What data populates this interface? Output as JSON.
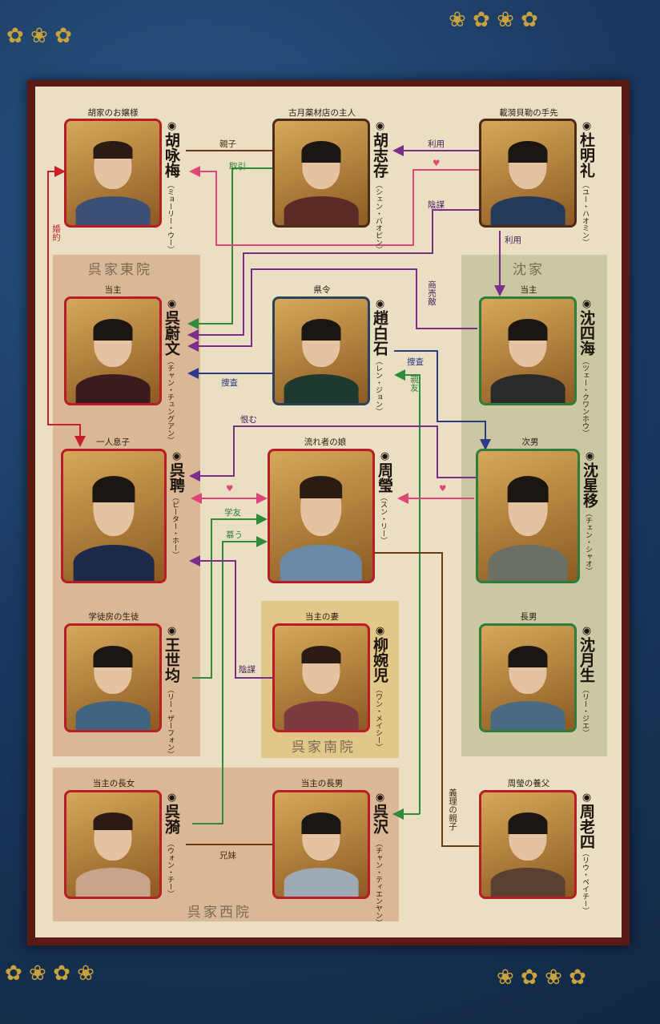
{
  "zones": {
    "east": "呉家東院",
    "shen": "沈家",
    "south": "呉家南院",
    "west": "呉家西院"
  },
  "characters": {
    "hu_yongmei": {
      "role": "胡家のお嬢様",
      "name": "胡咏梅",
      "reading": "（ミョーリー・ウー）"
    },
    "hu_zhicun": {
      "role": "古月薬材店の主人",
      "name": "胡志存",
      "reading": "（シェン・バオピン）"
    },
    "du_mingli": {
      "role": "載漪貝勒の手先",
      "name": "杜明礼",
      "reading": "（ユー・ハオミン）"
    },
    "wu_weiwen": {
      "role": "当主",
      "name": "呉蔚文",
      "reading": "（チャン・チュングアン）"
    },
    "zhao_baishi": {
      "role": "県令",
      "name": "趙白石",
      "reading": "（レン・ジョン）"
    },
    "shen_sihai": {
      "role": "当主",
      "name": "沈四海",
      "reading": "（ツェー・クワンホウ）"
    },
    "wu_pin": {
      "role": "一人息子",
      "name": "呉聘",
      "reading": "（ピーター・ホー）"
    },
    "zhou_ying": {
      "role": "流れ者の娘",
      "name": "周瑩",
      "reading": "（スン・リー）"
    },
    "shen_xingyi": {
      "role": "次男",
      "name": "沈星移",
      "reading": "（チェン・シャオ）"
    },
    "wang_shijun": {
      "role": "学徒房の生徒",
      "name": "王世均",
      "reading": "（リー・ザーフォン）"
    },
    "liu_wan_er": {
      "role": "当主の妻",
      "name": "柳婉児",
      "reading": "（ワン・メイシー）"
    },
    "shen_yuesheng": {
      "role": "長男",
      "name": "沈月生",
      "reading": "（リー・ジエ）"
    },
    "wu_yi": {
      "role": "当主の長女",
      "name": "呉漪",
      "reading": "（ウォン・チー）"
    },
    "wu_ze": {
      "role": "当主の長男",
      "name": "呉沢",
      "reading": "（チャン・ティエンヤン）"
    },
    "zhou_laosi": {
      "role": "周瑩の養父",
      "name": "周老四",
      "reading": "（リウ・ペイチー）"
    }
  },
  "relations": {
    "parent_child": "親子",
    "trade": "取引",
    "use": "利用",
    "use2": "利用",
    "heart": "♥",
    "plot": "陰謀",
    "engaged": "婚約",
    "rival": "商売敵",
    "investigate": "捜査",
    "investigate2": "捜査",
    "friend": "親友",
    "grudge": "恨む",
    "classmate": "学友",
    "admire": "慕う",
    "plot2": "陰謀",
    "foster": "義理の親子",
    "siblings": "兄妹"
  },
  "colors": {
    "red": "#b81c25",
    "green": "#2f7d3a",
    "pink": "#e0457a",
    "purple": "#7b2d8c",
    "navy": "#2e3a8c",
    "brown": "#6b3a14",
    "darkgreen": "#3a8a3a"
  }
}
